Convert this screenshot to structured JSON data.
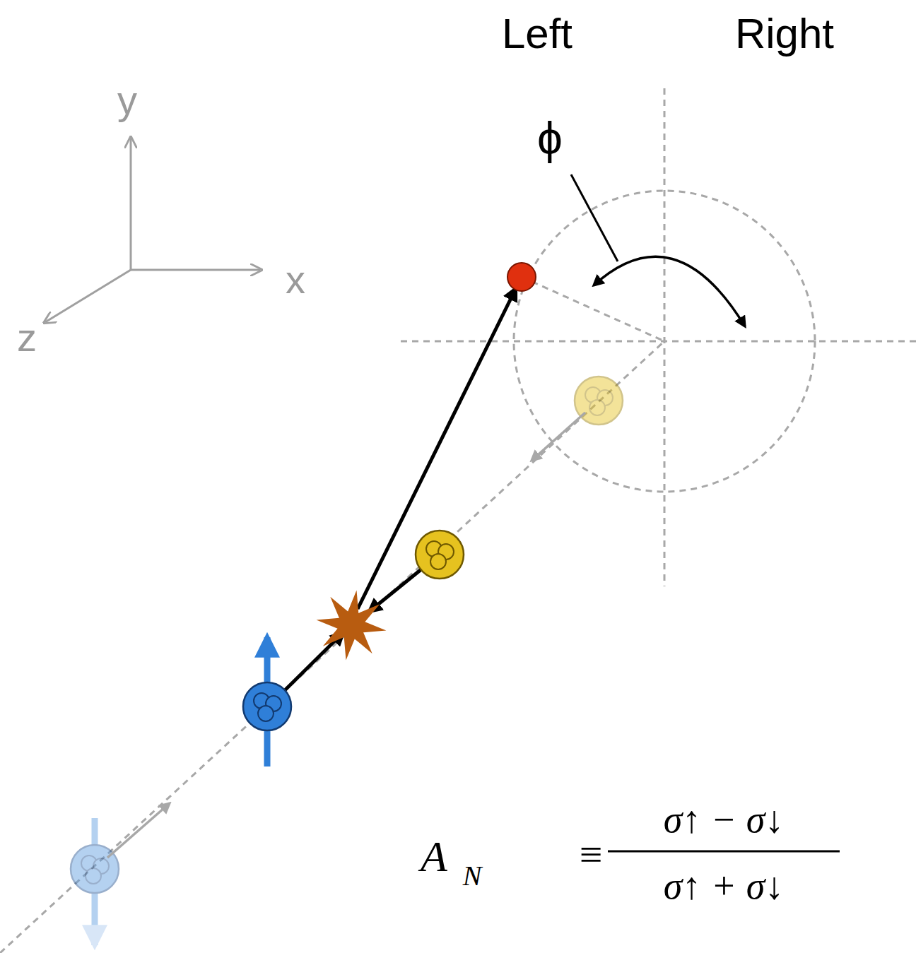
{
  "diagram": {
    "labels": [
      "Left",
      "Right",
      "y",
      "x",
      "z",
      "ϕ",
      "A",
      "N",
      "≡",
      "σ↑ − σ↓",
      "σ↑ + σ↓"
    ]
  }
}
